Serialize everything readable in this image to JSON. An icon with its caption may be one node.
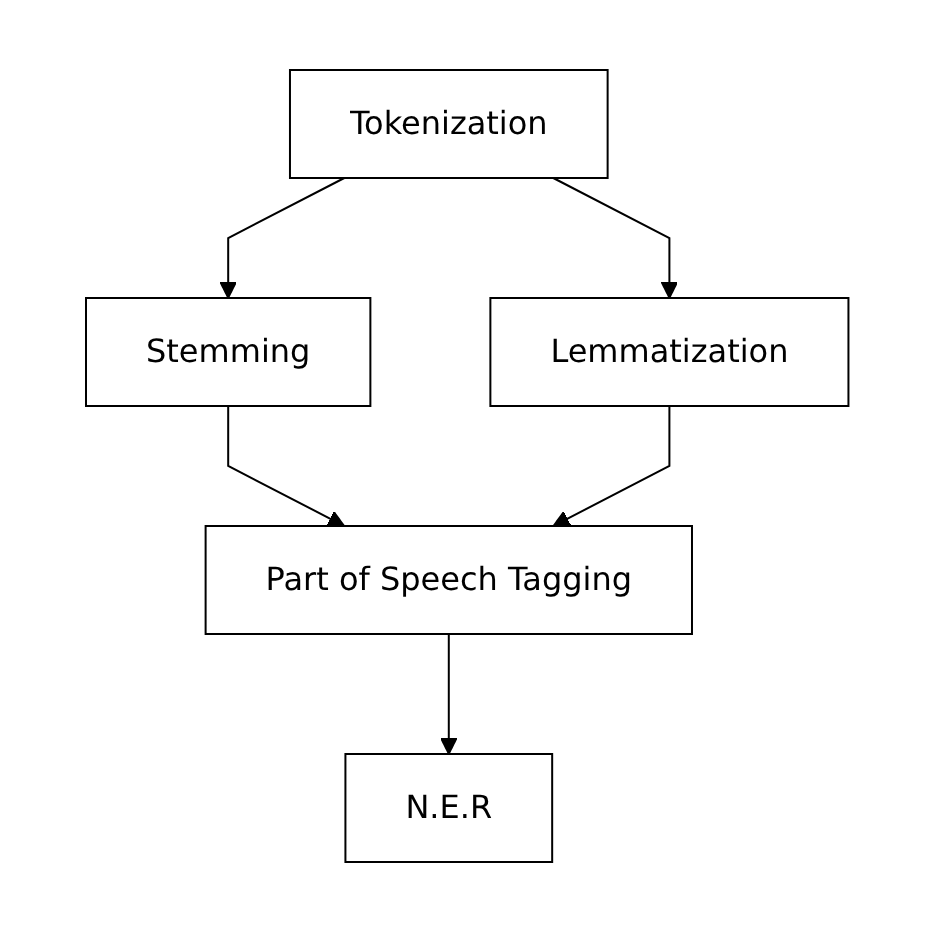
{
  "diagram": {
    "nodes": [
      {
        "text": [
          "Tokenization"
        ]
      },
      {
        "text": [
          "Stemming"
        ]
      },
      {
        "text": [
          "Lemmatization"
        ]
      },
      {
        "text": [
          "Part of Speech Tagging"
        ]
      },
      {
        "text": [
          "N.E.R"
        ]
      }
    ],
    "edges": [
      {
        "from": 0,
        "to": 1,
        "arrow": "to"
      },
      {
        "from": 0,
        "to": 2,
        "arrow": "to"
      },
      {
        "from": 1,
        "to": 3,
        "arrow": "to"
      },
      {
        "from": 2,
        "to": 3,
        "arrow": "to"
      },
      {
        "from": 3,
        "to": 4,
        "arrow": "to"
      }
    ]
  }
}
